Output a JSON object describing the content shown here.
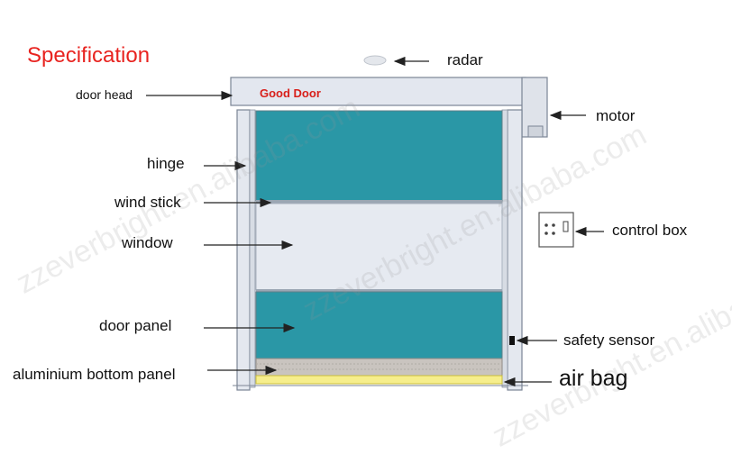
{
  "title": "Specification",
  "brand": "Good Door",
  "labels": {
    "door_head": "door head",
    "radar": "radar",
    "motor": "motor",
    "hinge": "hinge",
    "wind_stick": "wind stick",
    "window": "window",
    "control_box": "control box",
    "door_panel": "door panel",
    "safety_sensor": "safety sensor",
    "aluminium_bottom_panel": "aluminium bottom panel",
    "air_bag": "air bag"
  },
  "watermarks": [
    "zzeverbright.en.alibaba.com",
    "zzeverbright.en.alibaba.com",
    "zzeverbright.en.alibaba.com"
  ],
  "colors": {
    "panel_teal": "#2a97a6",
    "window": "#e6eaf1",
    "frame": "#e2e6ee",
    "air_bag": "#f6ee8c",
    "bottom_panel": "#c9c4bf",
    "title_red": "#e8231f"
  }
}
